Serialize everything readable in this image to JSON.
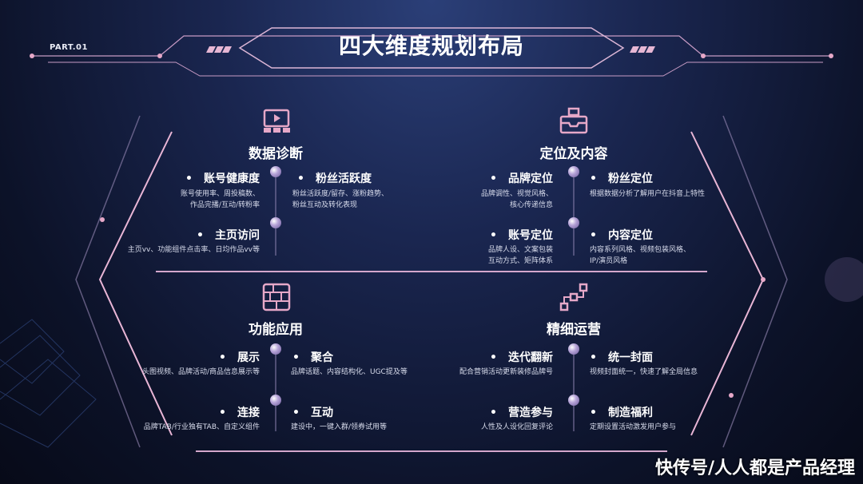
{
  "tag": "PART.01",
  "title": "四大维度规划布局",
  "quadrants": [
    {
      "name": "数据诊断",
      "icon": "monitor-video-icon",
      "items": [
        {
          "label": "账号健康度",
          "desc": [
            "账号使用率、周投稿数、",
            "作品完播/互动/转粉率"
          ]
        },
        {
          "label": "粉丝活跃度",
          "desc": [
            "粉丝活跃度/留存、涨粉趋势、",
            "粉丝互动及转化表现"
          ]
        },
        {
          "label": "主页访问",
          "desc": [
            "主页vv、功能组件点击率、日均作品vv等"
          ]
        }
      ]
    },
    {
      "name": "定位及内容",
      "icon": "box-tray-icon",
      "items": [
        {
          "label": "品牌定位",
          "desc": [
            "品牌调性、视觉风格、",
            "核心传递信息"
          ]
        },
        {
          "label": "粉丝定位",
          "desc": [
            "根据数据分析了解用户在抖音上特性"
          ]
        },
        {
          "label": "账号定位",
          "desc": [
            "品牌人设、文案包装",
            "互动方式、矩阵体系"
          ]
        },
        {
          "label": "内容定位",
          "desc": [
            "内容系列风格、视频包装风格、",
            "IP/演员风格"
          ]
        }
      ]
    },
    {
      "name": "功能应用",
      "icon": "brick-wall-icon",
      "items": [
        {
          "label": "展示",
          "desc": [
            "头图视频、品牌活动/商品信息展示等"
          ]
        },
        {
          "label": "聚合",
          "desc": [
            "品牌话题、内容结构化、UGC提及等"
          ]
        },
        {
          "label": "连接",
          "desc": [
            "品牌TAB/行业独有TAB、自定义组件"
          ]
        },
        {
          "label": "互动",
          "desc": [
            "建设中，一键入群/领券试用等"
          ]
        }
      ]
    },
    {
      "name": "精细运营",
      "icon": "flow-nodes-icon",
      "items": [
        {
          "label": "迭代翻新",
          "desc": [
            "配合营销活动更新装修品牌号"
          ]
        },
        {
          "label": "统一封面",
          "desc": [
            "视频封面统一，快速了解全局信息"
          ]
        },
        {
          "label": "营造参与",
          "desc": [
            "人性及人设化回复评论"
          ]
        },
        {
          "label": "制造福利",
          "desc": [
            "定期设置活动激发用户参与"
          ]
        }
      ]
    }
  ],
  "watermark": "快传号/人人都是产品经理",
  "colors": {
    "accent": "#e6a8c8",
    "line": "#c79bc4",
    "dot": "#b6a4d8"
  }
}
